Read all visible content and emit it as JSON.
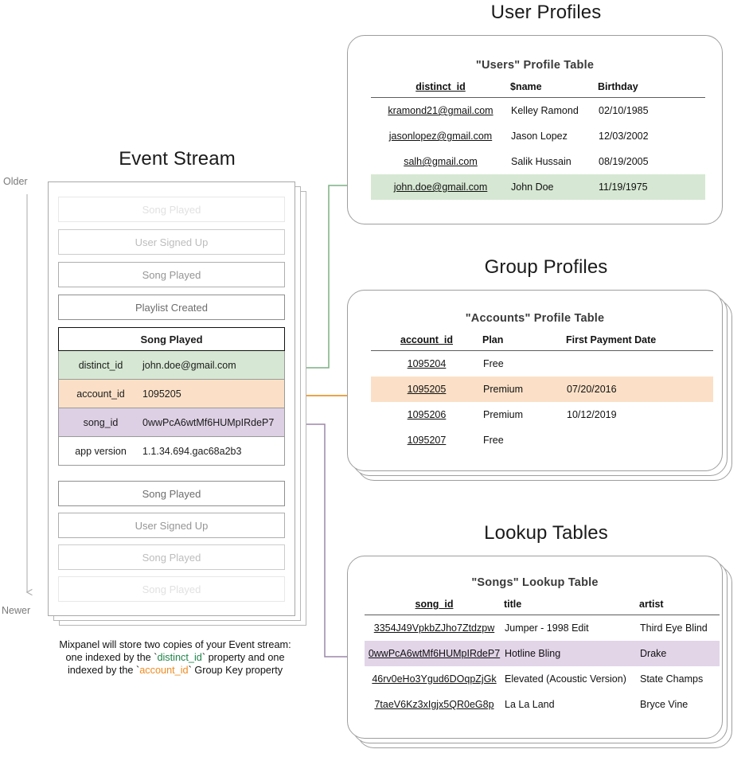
{
  "sections": {
    "event_stream_title": "Event Stream",
    "user_profiles_title": "User Profiles",
    "group_profiles_title": "Group Profiles",
    "lookup_tables_title": "Lookup Tables"
  },
  "axis": {
    "older": "Older",
    "newer": "Newer"
  },
  "event_stream": {
    "events_before": [
      "Song Played",
      "User Signed Up",
      "Song Played",
      "Playlist Created"
    ],
    "selected_event": {
      "name": "Song Played",
      "properties": [
        {
          "key": "distinct_id",
          "value": "john.doe@gmail.com",
          "highlight": "green"
        },
        {
          "key": "account_id",
          "value": "1095205",
          "highlight": "orange"
        },
        {
          "key": "song_id",
          "value": "0wwPcA6wtMf6HUMpIRdeP7",
          "highlight": "purple"
        },
        {
          "key": "app version",
          "value": "1.1.34.694.gac68a2b3",
          "highlight": "none"
        }
      ]
    },
    "events_after": [
      "Song Played",
      "User Signed Up",
      "Song Played",
      "Song Played"
    ]
  },
  "caption": {
    "line1": "Mixpanel will store two copies of your Event stream:",
    "line2_a": "one indexed by the `",
    "line2_key": "distinct_id",
    "line2_b": "` property and one",
    "line3_a": "indexed by the `",
    "line3_key": "account_id",
    "line3_b": "` Group Key property"
  },
  "users_table": {
    "title": "\"Users\" Profile Table",
    "columns": [
      "distinct_id",
      "$name",
      "Birthday"
    ],
    "rows": [
      {
        "cells": [
          "kramond21@gmail.com",
          "Kelley Ramond",
          "02/10/1985"
        ],
        "highlight": "none"
      },
      {
        "cells": [
          "jasonlopez@gmail.com",
          "Jason Lopez",
          "12/03/2002"
        ],
        "highlight": "none"
      },
      {
        "cells": [
          "salh@gmail.com",
          "Salik Hussain",
          "08/19/2005"
        ],
        "highlight": "none"
      },
      {
        "cells": [
          "john.doe@gmail.com",
          "John Doe",
          "11/19/1975"
        ],
        "highlight": "green"
      }
    ]
  },
  "accounts_table": {
    "title": "\"Accounts\" Profile Table",
    "columns": [
      "account_id",
      "Plan",
      "First Payment Date"
    ],
    "rows": [
      {
        "cells": [
          "1095204",
          "Free",
          ""
        ],
        "highlight": "none"
      },
      {
        "cells": [
          "1095205",
          "Premium",
          "07/20/2016"
        ],
        "highlight": "orange"
      },
      {
        "cells": [
          "1095206",
          "Premium",
          "10/12/2019"
        ],
        "highlight": "none"
      },
      {
        "cells": [
          "1095207",
          "Free",
          ""
        ],
        "highlight": "none"
      }
    ]
  },
  "songs_table": {
    "title": "\"Songs\" Lookup Table",
    "columns": [
      "song_id",
      "title",
      "artist"
    ],
    "rows": [
      {
        "cells": [
          "3354J49VpkbZJho7Ztdzpw",
          "Jumper - 1998 Edit",
          "Third Eye Blind"
        ],
        "highlight": "none"
      },
      {
        "cells": [
          "0wwPcA6wtMf6HUMpIRdeP7",
          "Hotline Bling",
          "Drake"
        ],
        "highlight": "purple"
      },
      {
        "cells": [
          "46rv0eHo3Ygud6DOqpZjGk",
          "Elevated (Acoustic Version)",
          "State Champs"
        ],
        "highlight": "none"
      },
      {
        "cells": [
          "7taeV6Kz3xIgjx5QR0eG8p",
          "La La Land",
          "Bryce Vine"
        ],
        "highlight": "none"
      }
    ]
  },
  "colors": {
    "green": "#d6e8d3",
    "orange": "#fbe0c7",
    "purple": "#e2d5e8",
    "green_arrow": "#7cb083",
    "orange_arrow": "#e9962f",
    "purple_arrow": "#9b87a8",
    "card_border": "#9e9e9e"
  }
}
